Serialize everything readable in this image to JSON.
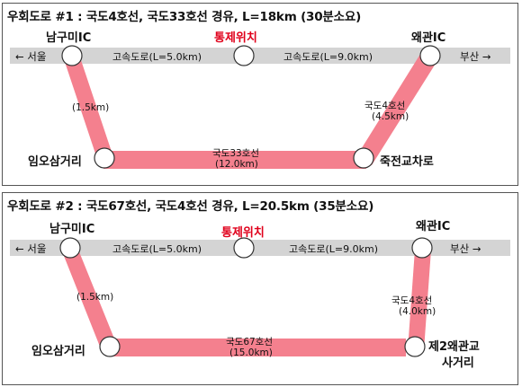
{
  "panel1": {
    "title": "우회도로 #1 : 국도4호선, 국도33호선 경유, L=18km (30분소요)",
    "control_point": "통제위치",
    "ic_left": "남구미IC",
    "ic_right": "왜관IC",
    "dir_left": "← 서울",
    "dir_right": "부산 →",
    "hw_left": "고속도로(L=5.0km)",
    "hw_right": "고속도로(L=9.0km)",
    "detour_left_len": "(1.5km)",
    "detour_right_name": "국도4호선",
    "detour_right_len": "(4.5km)",
    "bottom_name": "국도33호선",
    "bottom_len": "(12.0km)",
    "node_bottom_left": "임오삼거리",
    "node_bottom_right": "죽전교차로"
  },
  "panel2": {
    "title": "우회도로 #2 : 국도67호선, 국도4호선 경유, L=20.5km (35분소요)",
    "control_point": "통제위치",
    "ic_left": "남구미IC",
    "ic_right": "왜관IC",
    "dir_left": "← 서울",
    "dir_right": "부산 →",
    "hw_left": "고속도로(L=5.0km)",
    "hw_right": "고속도로(L=9.0km)",
    "detour_left_len": "(1.5km)",
    "detour_right_name": "국도4호선",
    "detour_right_len": "(4.0km)",
    "bottom_name": "국도67호선",
    "bottom_len": "(15.0km)",
    "node_bottom_left": "임오삼거리",
    "node_bottom_right_1": "제2왜관교",
    "node_bottom_right_2": "사거리"
  },
  "colors": {
    "detour": "#f4808e",
    "highway": "#d4d4d4",
    "control": "#e0001b"
  }
}
